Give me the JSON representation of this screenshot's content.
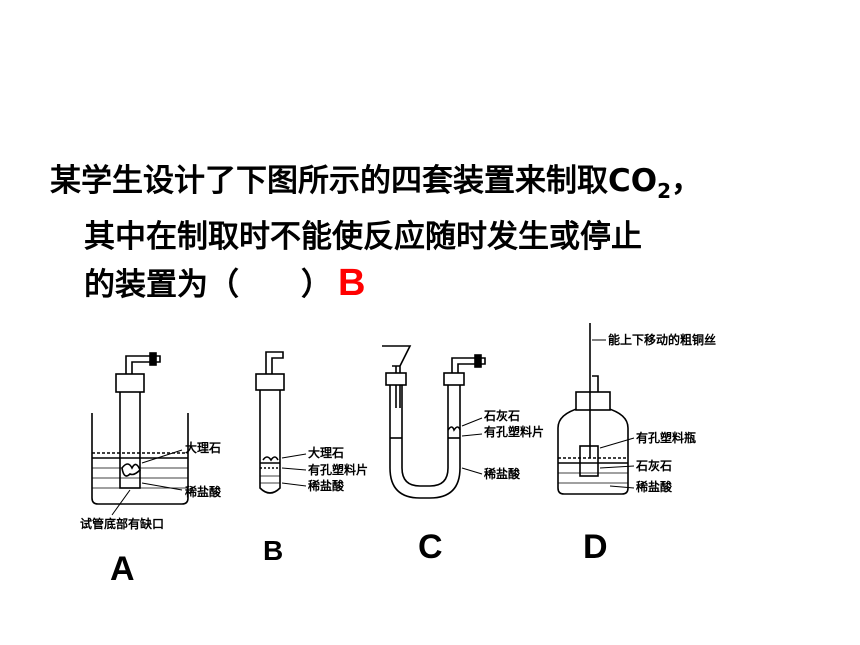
{
  "question": {
    "line1": "某学生设计了下图所示的四套装置来制取CO",
    "sub": "2",
    "line1_end": "，",
    "line2": "其中在制取时不能使反应随时发生或停止",
    "line3": "的装置为（　　）",
    "answer": "B",
    "answer_color": "#ff0000"
  },
  "labels": {
    "a_marble": "大理石",
    "a_acid": "稀盐酸",
    "a_bottom": "试管底部有缺口",
    "b_marble": "大理石",
    "b_plate": "有孔塑料片",
    "b_acid": "稀盐酸",
    "c_stone": "石灰石",
    "c_plate": "有孔塑料片",
    "c_acid": "稀盐酸",
    "d_wire": "能上下移动的粗铜丝",
    "d_bottle": "有孔塑料瓶",
    "d_stone": "石灰石",
    "d_acid": "稀盐酸"
  },
  "options": {
    "a": "A",
    "b": "B",
    "c": "C",
    "d": "D"
  }
}
